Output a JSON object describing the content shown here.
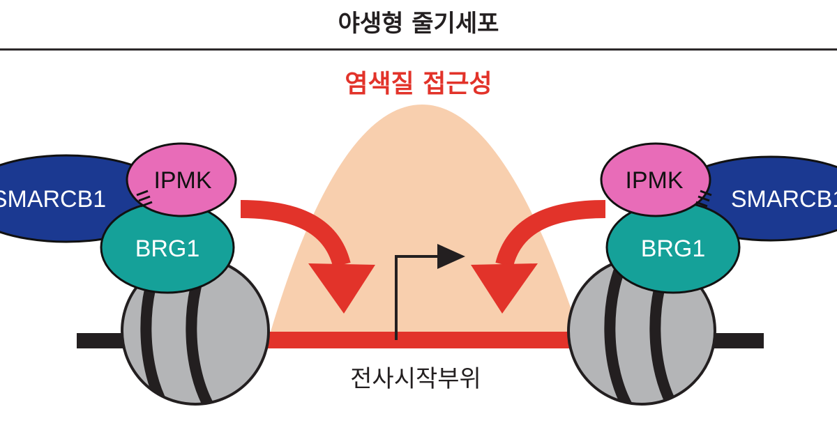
{
  "header": {
    "title": "야생형 줄기세포"
  },
  "accessibility": {
    "label": "염색질 접근성"
  },
  "left_complex": {
    "smarcb1": "SMARCB1",
    "ipmk": "IPMK",
    "brg1": "BRG1"
  },
  "right_complex": {
    "smarcb1": "SMARCB1",
    "ipmk": "IPMK",
    "brg1": "BRG1"
  },
  "tss": {
    "label": "전사시작부위"
  },
  "colors": {
    "accent_red": "#e2332a",
    "peak_fill": "#f8cfae",
    "smarcb1_fill": "#1b3991",
    "ipmk_fill": "#e86cb8",
    "brg1_fill": "#15a199",
    "nucleosome_fill": "#b4b5b7",
    "dark": "#231f20"
  }
}
